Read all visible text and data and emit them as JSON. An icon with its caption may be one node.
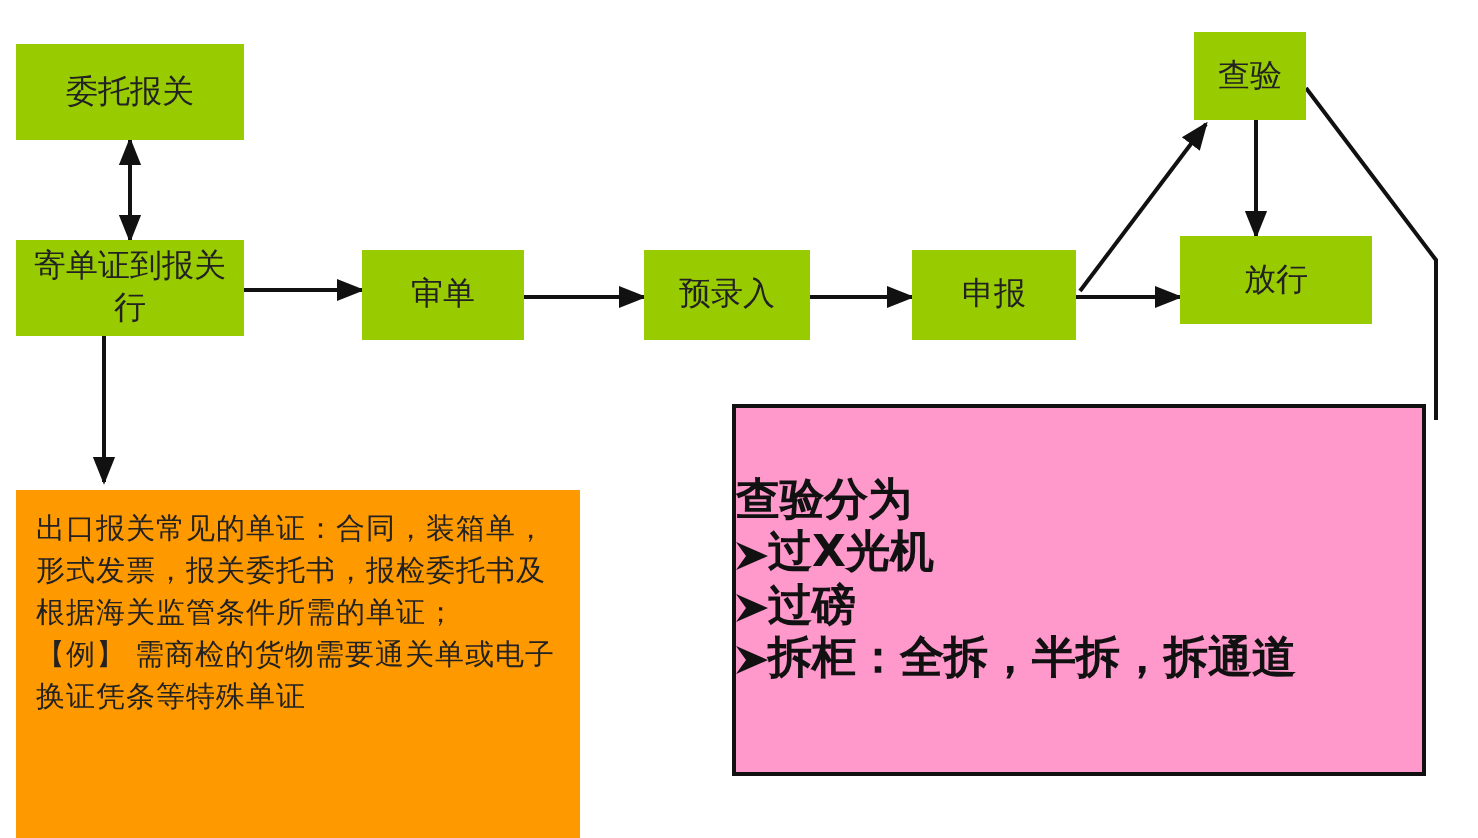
{
  "diagram": {
    "nodes": [
      {
        "text": [
          "委托报关"
        ]
      },
      {
        "text": [
          "寄单证到报关行"
        ]
      },
      {
        "text": [
          "审单"
        ]
      },
      {
        "text": [
          "预录入"
        ]
      },
      {
        "text": [
          "申报"
        ]
      },
      {
        "text": [
          "查验"
        ]
      },
      {
        "text": [
          "放行"
        ]
      },
      {
        "text": [
          "出口报关常见的单证：合同，装箱单，形式发票，报关委托书，报检委托书及根据海关监管条件所需的单证；",
          "【例】 需商检的货物需要通关单或电子换证凭条等特殊单证"
        ]
      },
      {
        "text": [
          "查验分为",
          "过X光机",
          "过磅",
          "拆柜：全拆，半拆，拆通道"
        ]
      }
    ],
    "edges": [
      {
        "from": 1,
        "to": 0,
        "arrow": "both"
      },
      {
        "from": 1,
        "to": 2,
        "arrow": "to"
      },
      {
        "from": 2,
        "to": 3,
        "arrow": "to"
      },
      {
        "from": 3,
        "to": 4,
        "arrow": "to"
      },
      {
        "from": 4,
        "to": 5,
        "arrow": "to"
      },
      {
        "from": 4,
        "to": 6,
        "arrow": "to"
      },
      {
        "from": 5,
        "to": 6,
        "arrow": "to"
      },
      {
        "from": 5,
        "to": 8,
        "arrow": "none"
      },
      {
        "from": 1,
        "to": 7,
        "arrow": "to"
      }
    ]
  }
}
